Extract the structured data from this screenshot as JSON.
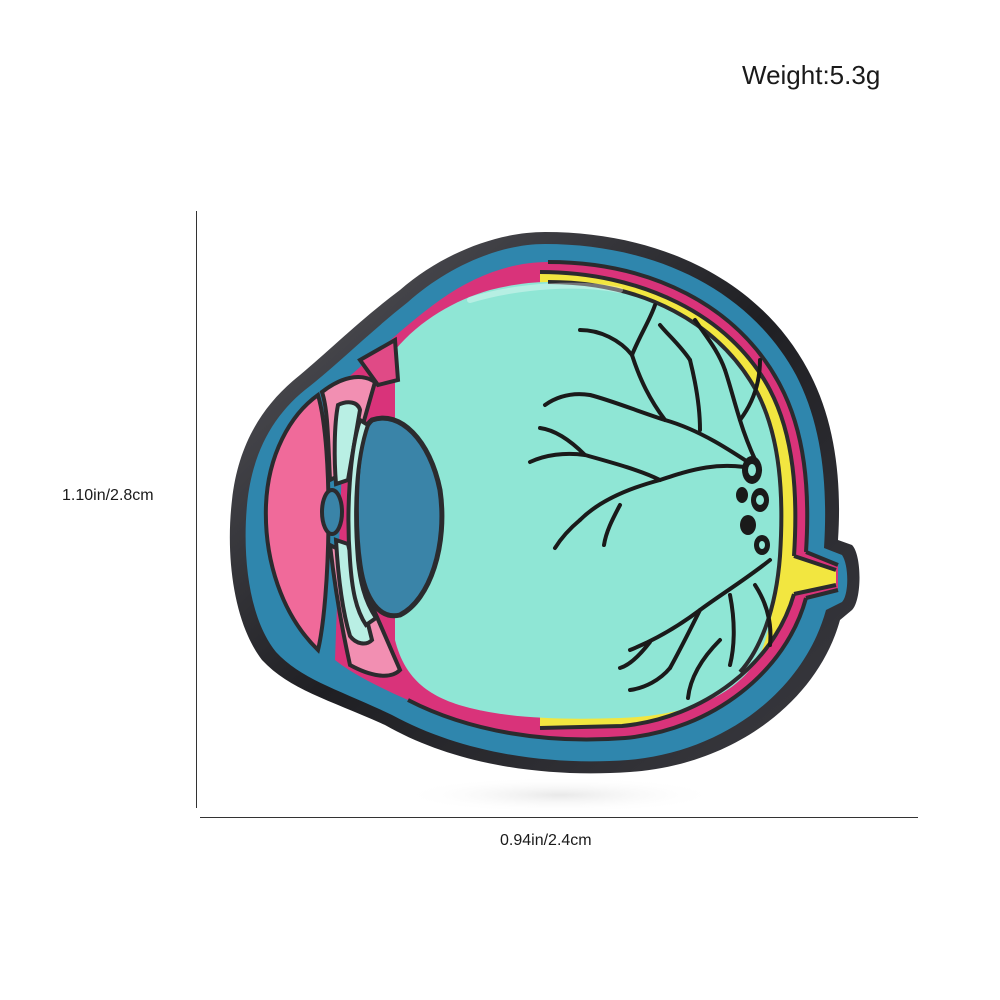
{
  "labels": {
    "weight": "Weight:5.3g",
    "height": "1.10in/2.8cm",
    "width": "0.94in/2.4cm"
  },
  "colors": {
    "outline": "#2b2b2e",
    "sclera_blue": "#2f86ad",
    "choroid_magenta": "#d9337a",
    "retina_yellow": "#f2e640",
    "vitreous_mint": "#8fe6d5",
    "lens_blue": "#3a84a8",
    "cornea_pink": "#f06a9a",
    "iris_pink": "#f28fb2",
    "ciliary_light": "#b9efe4",
    "vessels": "#1a1a1a"
  },
  "icons": {
    "product": "eye-anatomy-enamel-pin"
  }
}
